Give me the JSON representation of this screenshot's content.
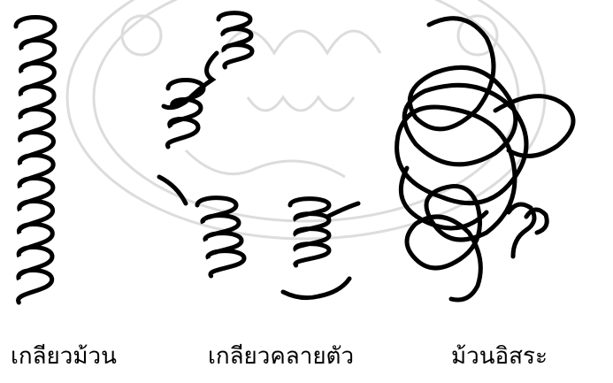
{
  "figure": {
    "captions": [
      "เกลียวม้วน",
      "เกลียวคลายตัว",
      "ม้วนอิสระ"
    ],
    "watermark_color": "#d9d9d9",
    "ink_color": "#000000"
  }
}
